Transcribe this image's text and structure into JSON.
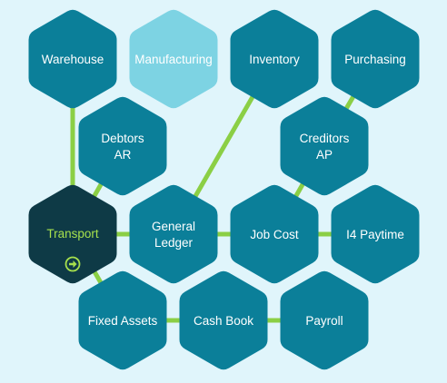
{
  "colors": {
    "background": "#e0f5fb",
    "hex_default": "#0b7f99",
    "hex_light": "#7dd3e3",
    "hex_dark": "#0e3a46",
    "connector": "#8bcf45",
    "text_default": "#ffffff",
    "text_active": "#a6e04d"
  },
  "modules": [
    {
      "id": "warehouse",
      "lines": [
        "Warehouse"
      ],
      "variant": "default"
    },
    {
      "id": "manufacturing",
      "lines": [
        "Manufacturing"
      ],
      "variant": "light"
    },
    {
      "id": "inventory",
      "lines": [
        "Inventory"
      ],
      "variant": "default"
    },
    {
      "id": "purchasing",
      "lines": [
        "Purchasing"
      ],
      "variant": "default"
    },
    {
      "id": "debtors-ar",
      "lines": [
        "Debtors",
        "AR"
      ],
      "variant": "default"
    },
    {
      "id": "creditors-ap",
      "lines": [
        "Creditors",
        "AP"
      ],
      "variant": "default"
    },
    {
      "id": "transport",
      "lines": [
        "Transport"
      ],
      "variant": "active",
      "icon": "arrow-right-circle-icon"
    },
    {
      "id": "general-ledger",
      "lines": [
        "General",
        "Ledger"
      ],
      "variant": "default"
    },
    {
      "id": "job-cost",
      "lines": [
        "Job Cost"
      ],
      "variant": "default"
    },
    {
      "id": "i4-paytime",
      "lines": [
        "I4 Paytime"
      ],
      "variant": "default"
    },
    {
      "id": "fixed-assets",
      "lines": [
        "Fixed Assets"
      ],
      "variant": "default"
    },
    {
      "id": "cash-book",
      "lines": [
        "Cash Book"
      ],
      "variant": "default"
    },
    {
      "id": "payroll",
      "lines": [
        "Payroll"
      ],
      "variant": "default"
    }
  ],
  "connections": [
    [
      "warehouse",
      "transport"
    ],
    [
      "inventory",
      "general-ledger"
    ],
    [
      "purchasing",
      "creditors-ap"
    ],
    [
      "debtors-ar",
      "transport"
    ],
    [
      "creditors-ap",
      "job-cost"
    ],
    [
      "transport",
      "general-ledger"
    ],
    [
      "general-ledger",
      "job-cost"
    ],
    [
      "job-cost",
      "i4-paytime"
    ],
    [
      "transport",
      "fixed-assets"
    ],
    [
      "fixed-assets",
      "cash-book"
    ],
    [
      "cash-book",
      "payroll"
    ]
  ]
}
